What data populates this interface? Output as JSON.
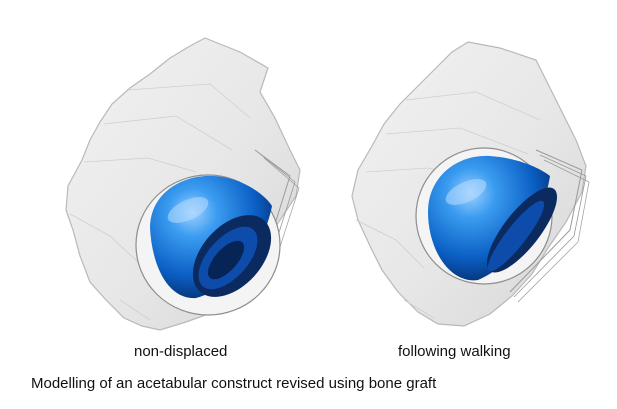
{
  "panels": [
    {
      "label": "non-displaced"
    },
    {
      "label": "following walking"
    }
  ],
  "caption": "Modelling of an acetabular construct revised using bone graft"
}
